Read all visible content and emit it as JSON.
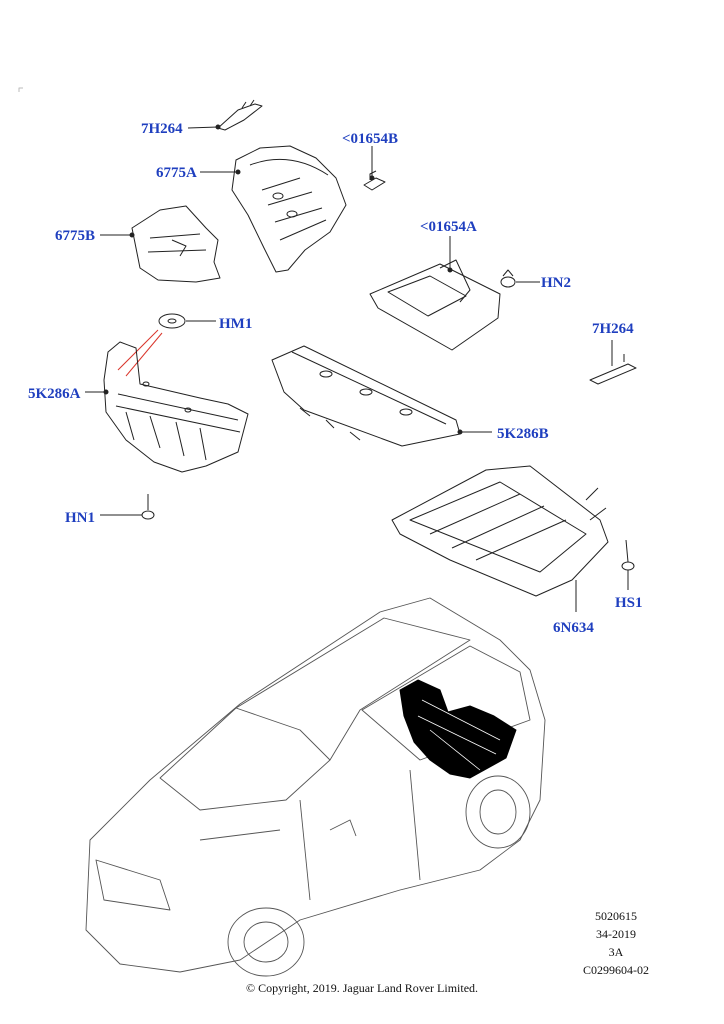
{
  "colors": {
    "callout": "#1f3fbf",
    "line": "#222222",
    "highlight": "#000000",
    "accent_line": "#d9352b"
  },
  "callouts": {
    "p7h264_top": "7H264",
    "p6775a": "6775A",
    "p6775b": "6775B",
    "p01654b": "<01654B",
    "p01654a": "<01654A",
    "hn2": "HN2",
    "hm1": "HM1",
    "p7h264_right": "7H264",
    "p5k286a": "5K286A",
    "p5k286b": "5K286B",
    "hn1": "HN1",
    "hs1": "HS1",
    "p6n634": "6N634"
  },
  "reference": {
    "line1": "5020615",
    "line2": "34-2019",
    "line3": "3A",
    "line4": "C0299604-02"
  },
  "copyright": "© Copyright, 2019. Jaguar Land Rover Limited."
}
